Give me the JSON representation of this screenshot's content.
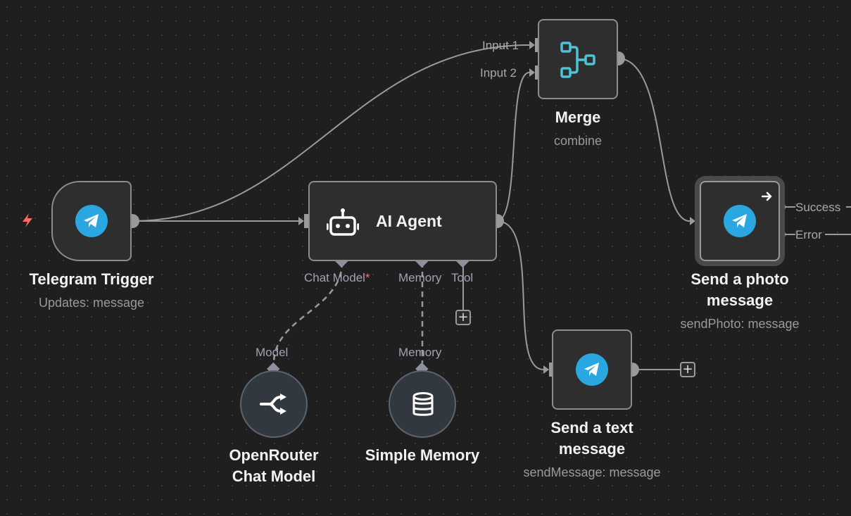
{
  "nodes": {
    "telegram_trigger": {
      "title": "Telegram Trigger",
      "subtitle": "Updates: message",
      "icon": "telegram-icon"
    },
    "ai_agent": {
      "title": "AI Agent",
      "icon": "robot-icon",
      "ports": {
        "chat_model": "Chat Model",
        "chat_model_required": "*",
        "memory": "Memory",
        "tool": "Tool"
      }
    },
    "merge": {
      "title": "Merge",
      "subtitle": "combine",
      "inputs": [
        "Input 1",
        "Input 2"
      ],
      "icon": "merge-icon"
    },
    "send_photo": {
      "title_line1": "Send a photo",
      "title_line2": "message",
      "subtitle": "sendPhoto: message",
      "outputs": [
        "Success",
        "Error"
      ],
      "icon": "telegram-icon"
    },
    "send_text": {
      "title_line1": "Send a text",
      "title_line2": "message",
      "subtitle": "sendMessage: message",
      "icon": "telegram-icon"
    },
    "openrouter": {
      "title_line1": "OpenRouter",
      "title_line2": "Chat Model",
      "port_label": "Model",
      "icon": "openrouter-icon"
    },
    "simple_memory": {
      "title": "Simple Memory",
      "port_label": "Memory",
      "icon": "database-icon"
    }
  },
  "colors": {
    "canvas": "#1f1f1f",
    "node_bg": "#2e2e2e",
    "node_border": "#8c8c8c",
    "telegram": "#2aa6e0",
    "merge_icon": "#4cc3d9",
    "trigger_bolt": "#ff6b5a",
    "required": "#ff6b6b",
    "wire": "#9a9a9a"
  }
}
